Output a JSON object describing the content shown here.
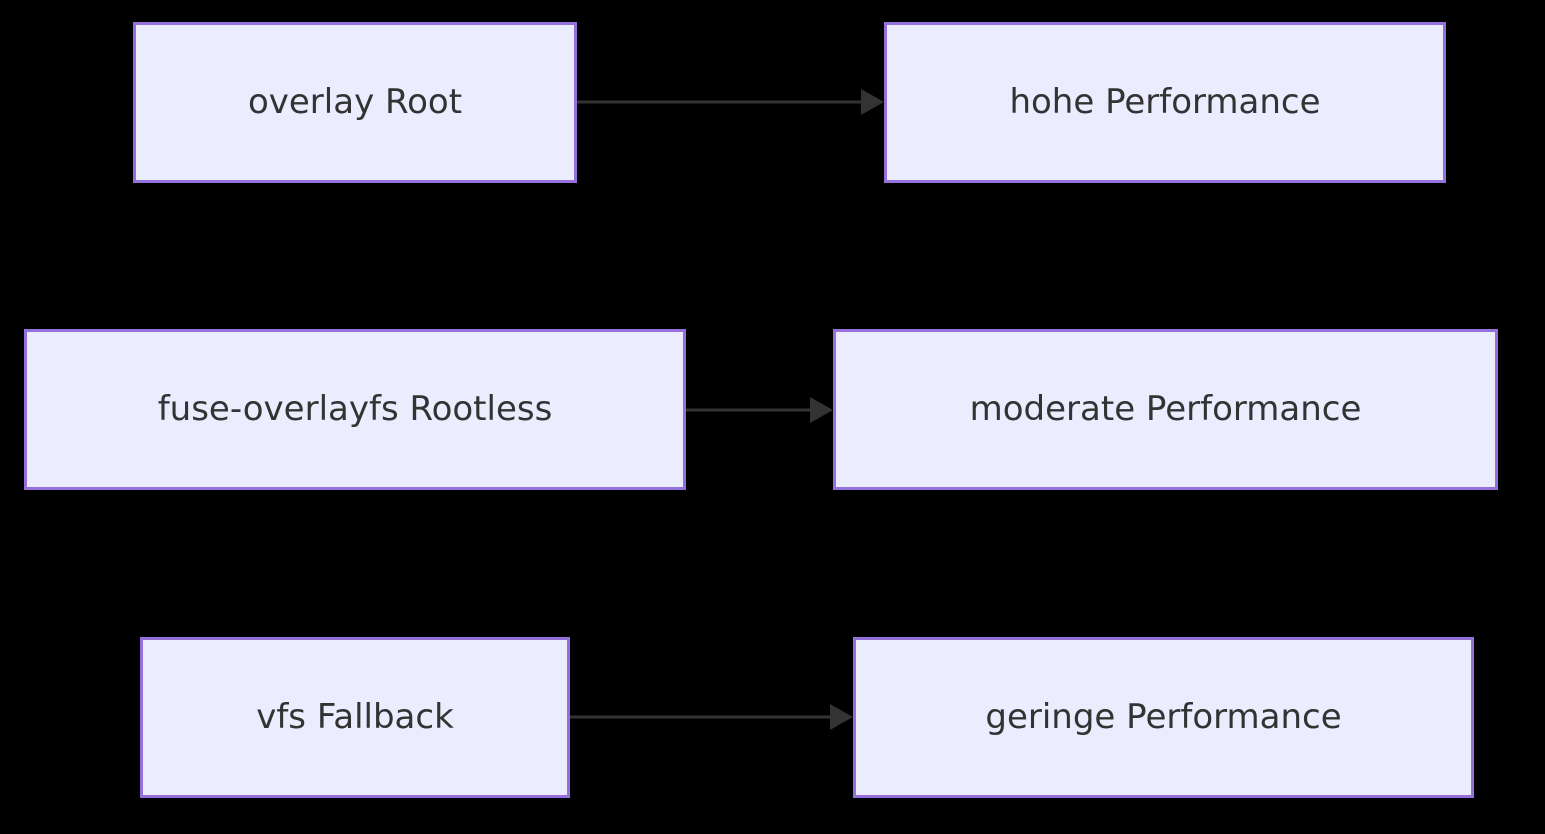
{
  "diagram": {
    "type": "flowchart",
    "direction": "left-to-right",
    "colors": {
      "background": "#000000",
      "node-fill": "#ECECFF",
      "node-border": "#9370DB",
      "text": "#333333",
      "arrow": "#333333"
    },
    "nodes": [
      {
        "id": "overlay-root",
        "label": "overlay Root"
      },
      {
        "id": "hohe-performance",
        "label": "hohe Performance"
      },
      {
        "id": "fuse-overlayfs-rootless",
        "label": "fuse-overlayfs Rootless"
      },
      {
        "id": "moderate-performance",
        "label": "moderate Performance"
      },
      {
        "id": "vfs-fallback",
        "label": "vfs Fallback"
      },
      {
        "id": "geringe-performance",
        "label": "geringe Performance"
      }
    ],
    "edges": [
      {
        "from": "overlay-root",
        "to": "hohe-performance"
      },
      {
        "from": "fuse-overlayfs-rootless",
        "to": "moderate-performance"
      },
      {
        "from": "vfs-fallback",
        "to": "geringe-performance"
      }
    ]
  }
}
